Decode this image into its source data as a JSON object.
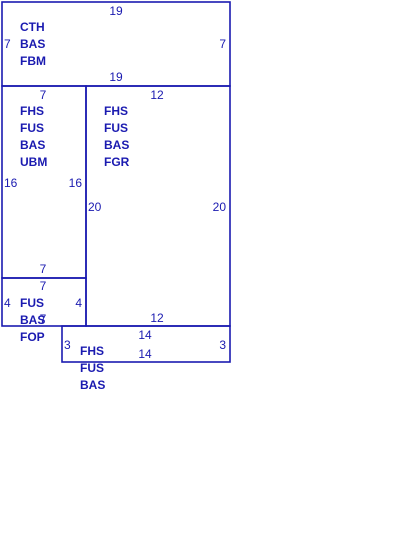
{
  "colors": {
    "line": "#1a1ab0",
    "background": "#ffffff"
  },
  "areas": [
    {
      "id": "top",
      "codes": [
        "CTH",
        "BAS",
        "FBM"
      ],
      "dims": {
        "top": "19",
        "bottom": "19",
        "left": "7",
        "right": "7"
      }
    },
    {
      "id": "left-upper",
      "codes": [
        "FHS",
        "FUS",
        "BAS",
        "UBM"
      ],
      "dims": {
        "top": "7",
        "bottom": "7",
        "left": "16",
        "right": "16"
      }
    },
    {
      "id": "right",
      "codes": [
        "FHS",
        "FUS",
        "BAS",
        "FGR"
      ],
      "dims": {
        "top": "12",
        "bottom": "12",
        "left": "20",
        "right": "20"
      }
    },
    {
      "id": "left-lower",
      "codes": [
        "FUS",
        "BAS",
        "FOP"
      ],
      "dims": {
        "top": "7",
        "bottom": "7",
        "left": "4",
        "right": "4"
      }
    },
    {
      "id": "bottom",
      "codes": [
        "FHS",
        "FUS",
        "BAS"
      ],
      "dims": {
        "top": "14",
        "bottom": "14",
        "left": "3",
        "right": "3"
      }
    }
  ]
}
